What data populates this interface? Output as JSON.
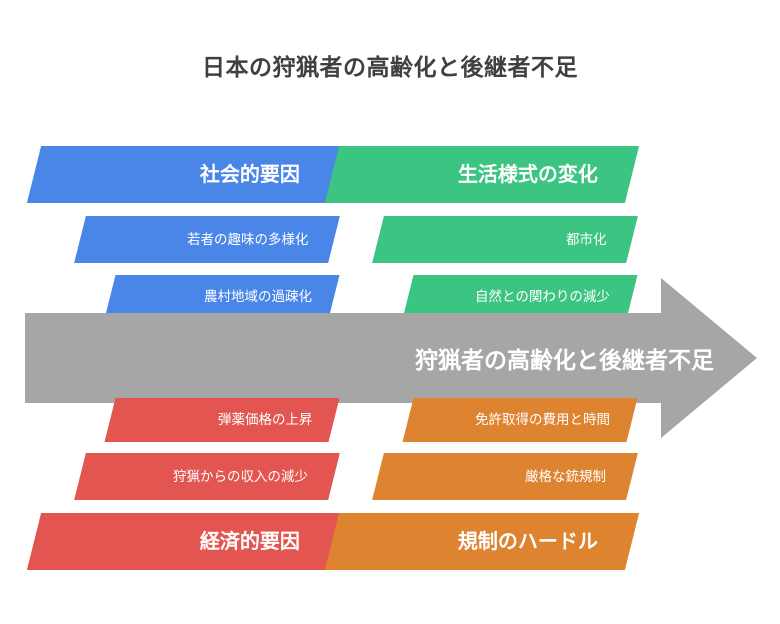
{
  "title": "日本の狩猟者の高齢化と後継者不足",
  "center_arrow": {
    "label": "狩猟者の高齢化と後継者不足",
    "color": "#a6a6a6"
  },
  "categories": [
    {
      "id": "social",
      "position": "top-left",
      "color": "#4a86e8",
      "header": "社会的要因",
      "causes": [
        "若者の趣味の多様化",
        "農村地域の過疎化"
      ]
    },
    {
      "id": "lifestyle",
      "position": "top-right",
      "color": "#3cc482",
      "header": "生活様式の変化",
      "causes": [
        "都市化",
        "自然との関わりの減少"
      ]
    },
    {
      "id": "economic",
      "position": "bottom-left",
      "color": "#e25551",
      "header": "経済的要因",
      "causes": [
        "弾薬価格の上昇",
        "狩猟からの収入の減少"
      ]
    },
    {
      "id": "regulatory",
      "position": "bottom-right",
      "color": "#de8430",
      "header": "規制のハードル",
      "causes": [
        "免許取得の費用と時間",
        "厳格な銃規制"
      ]
    }
  ],
  "rows": {
    "top_1": {
      "left_label": "社会的要因",
      "right_label": "生活様式の変化"
    },
    "top_2": {
      "left_label": "若者の趣味の多様化",
      "right_label": "都市化"
    },
    "top_3": {
      "left_label": "農村地域の過疎化",
      "right_label": "自然との関わりの減少"
    },
    "bottom_1": {
      "left_label": "弾薬価格の上昇",
      "right_label": "免許取得の費用と時間"
    },
    "bottom_2": {
      "left_label": "狩猟からの収入の減少",
      "right_label": "厳格な銃規制"
    },
    "bottom_3": {
      "left_label": "経済的要因",
      "right_label": "規制のハードル"
    }
  }
}
